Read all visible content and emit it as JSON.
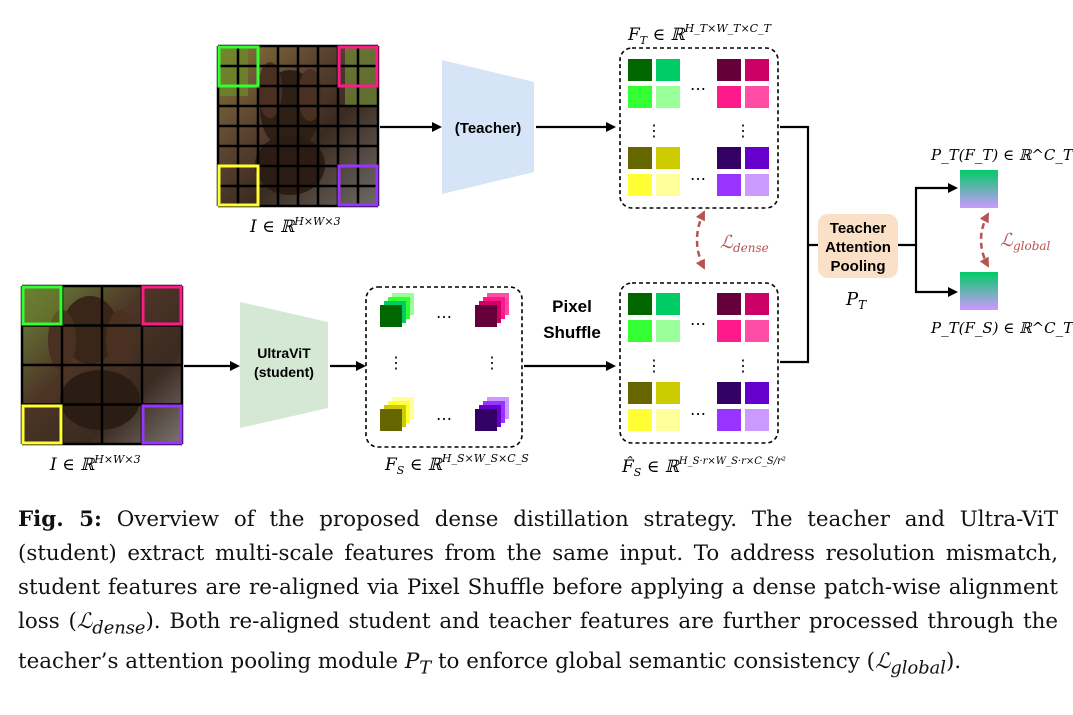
{
  "labels": {
    "teacher_box": "(Teacher)",
    "student_box_line1": "UltraViT",
    "student_box_line2": "(student)",
    "pixel_shuffle_line1": "Pixel",
    "pixel_shuffle_line2": "Shuffle",
    "pool_line1": "Teacher",
    "pool_line2": "Attention",
    "pool_line3": "Pooling"
  },
  "math": {
    "input_teacher": "I ∈ ℝ",
    "input_teacher_sup": "H×W×3",
    "input_student": "I ∈ ℝ",
    "input_student_sup": "H×W×3",
    "ft_main": "F",
    "ft_sub": "T",
    "ft_rest": " ∈ ℝ",
    "ft_sup": "H_T×W_T×C_T",
    "fs_main": "F",
    "fs_sub": "S",
    "fs_rest": " ∈ ℝ",
    "fs_sup": "H_S×W_S×C_S",
    "fs_hat_main": "F̂",
    "fs_hat_sub": "S",
    "fs_hat_rest": " ∈ ℝ",
    "fs_hat_sup": "H_S·r×W_S·r×C_S/r²",
    "pt_label": "P",
    "pt_sub": "T",
    "pt_ft": "P_T(F_T) ∈ ℝ^C_T",
    "pt_fs": "P_T(F_S) ∈ ℝ^C_T",
    "l_dense": "ℒ",
    "l_dense_sub": "dense",
    "l_global": "ℒ",
    "l_global_sub": "global",
    "dots_h": "…",
    "dots_v": "⋮"
  },
  "caption": {
    "fig_label": "Fig. 5:",
    "text_1": " Overview of the proposed dense distillation strategy. The teacher and Ultra-ViT (student) extract multi-scale features from the same input. To address resolution mismatch, student features are re-aligned via Pixel Shuffle before applying a dense patch-wise alignment loss (",
    "loss_dense": "ℒ",
    "loss_dense_sub": "dense",
    "text_2": "). Both re-aligned student and teacher features are further processed through the teacher’s attention pooling module ",
    "pool_sym": "P",
    "pool_sub": "T",
    "text_3": " to enforce global semantic consistency (",
    "loss_global": "ℒ",
    "loss_global_sub": "global",
    "text_4": ")."
  },
  "colors": {
    "teacher_fill": "#d6e4f7",
    "student_fill": "#d5e8d4",
    "pool_fill": "#fbe0c8",
    "loss_arrow": "#b85450",
    "green_dark": "#006600",
    "green_mid": "#00cc66",
    "green_light": "#33ff33",
    "green_pale": "#99ff99",
    "maroon": "#66003a",
    "magenta": "#cc0066",
    "pink": "#ff1a8c",
    "pink_light": "#ff4da6",
    "olive": "#666600",
    "olive_light": "#cccc00",
    "yellow": "#ffff33",
    "yellow_pale": "#ffff99",
    "indigo": "#330066",
    "violet": "#6600cc",
    "purple": "#9933ff",
    "lavender": "#cc99ff"
  }
}
